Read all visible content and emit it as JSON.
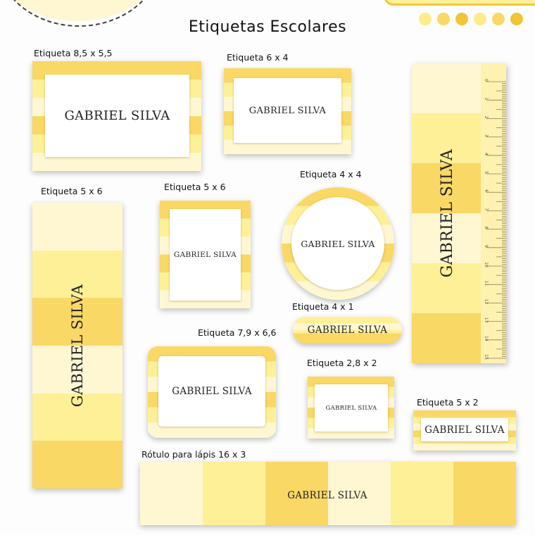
{
  "header": {
    "title": "Etiquetas  Escolares",
    "dot_colors": [
      "#feeb8a",
      "#f9d865",
      "#f0c536",
      "#feeb8a",
      "#f9d865",
      "#f0c536"
    ]
  },
  "palette": {
    "dark": "#f9d865",
    "mid": "#fef097",
    "light": "#fff7d2",
    "accent": "#f0c83a"
  },
  "labels": [
    {
      "id": "etiqueta-8-5x5-5",
      "caption": "Etiqueta 8,5 x 5,5",
      "name": "GABRIEL SILVA"
    },
    {
      "id": "etiqueta-6x4",
      "caption": "Etiqueta 6 x 4",
      "name": "GABRIEL SILVA"
    },
    {
      "id": "ruler",
      "caption": "",
      "name": "GABRIEL SILVA",
      "ruler_numbers": [
        "0",
        "1",
        "2",
        "3",
        "4",
        "5",
        "6",
        "7",
        "8",
        "9",
        "10",
        "11",
        "12",
        "13",
        "14",
        "15"
      ]
    },
    {
      "id": "etiqueta-5x6-tall",
      "caption": "Etiqueta 5 x 6",
      "name": "GABRIEL SILVA"
    },
    {
      "id": "etiqueta-5x6",
      "caption": "Etiqueta 5 x 6",
      "name": "GABRIEL SILVA"
    },
    {
      "id": "etiqueta-4x4",
      "caption": "Etiqueta 4 x 4",
      "name": "GABRIEL SILVA"
    },
    {
      "id": "etiqueta-4x1",
      "caption": "Etiqueta 4 x 1",
      "name": "GABRIEL SILVA"
    },
    {
      "id": "etiqueta-7-9x6-6",
      "caption": "Etiqueta 7,9 x 6,6",
      "name": "GABRIEL SILVA"
    },
    {
      "id": "etiqueta-2-8x2",
      "caption": "Etiqueta 2,8 x 2",
      "name": "GABRIEL SILVA"
    },
    {
      "id": "etiqueta-5x2",
      "caption": "Etiqueta 5 x 2",
      "name": "GABRIEL SILVA"
    },
    {
      "id": "rotulo-lapis-16x3",
      "caption": "Rótulo para lápis 16 x 3",
      "name": "GABRIEL SILVA"
    }
  ]
}
